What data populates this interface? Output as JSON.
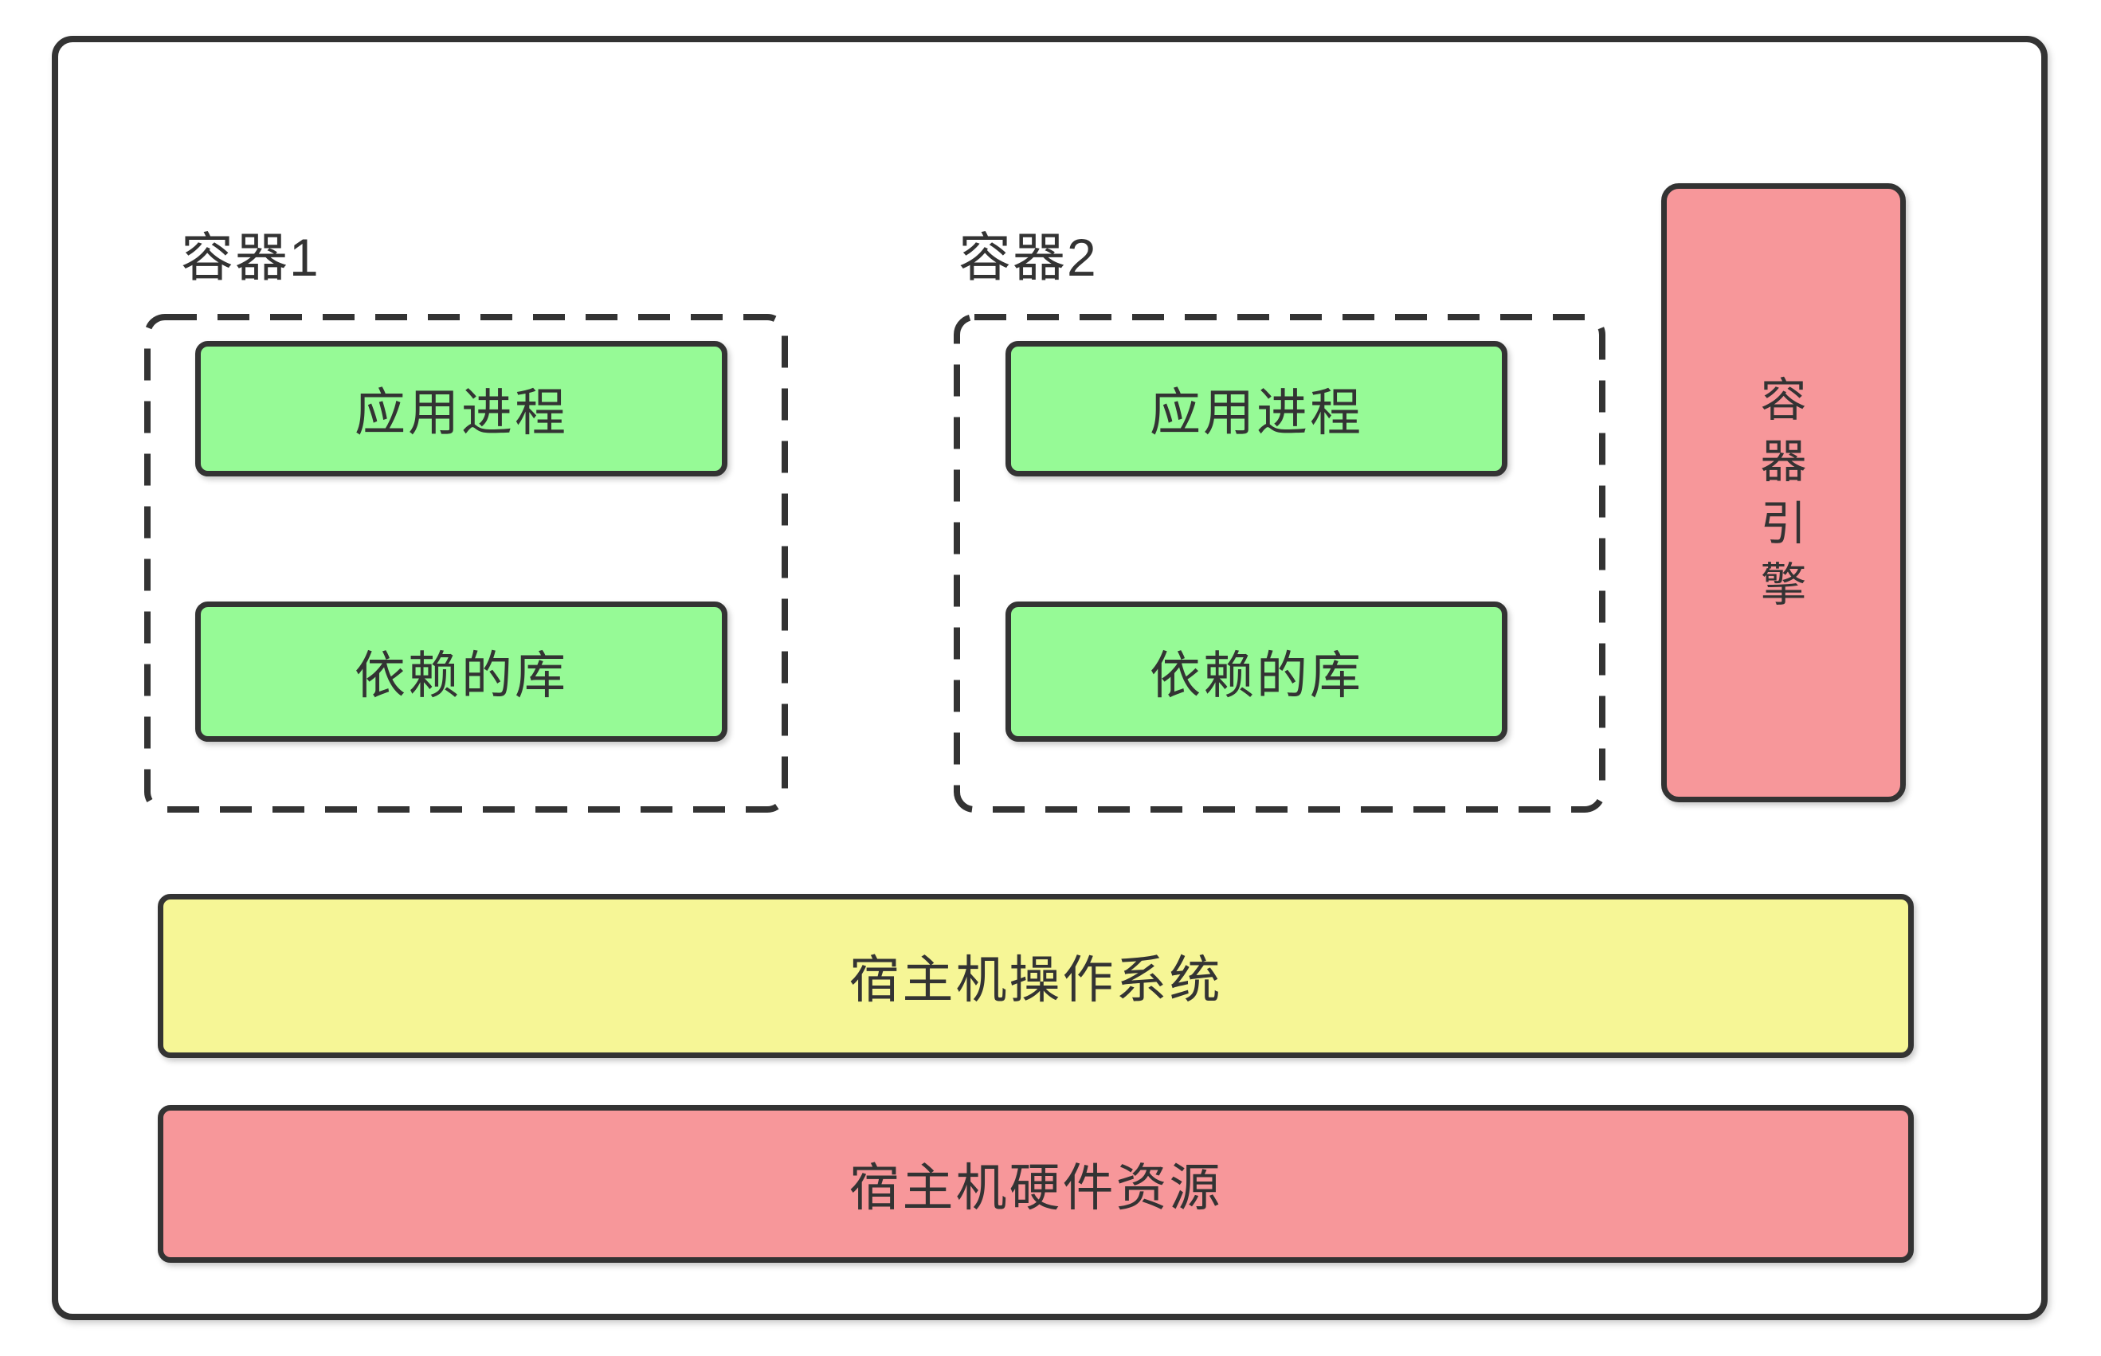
{
  "colors": {
    "green": "#96fa96",
    "yellow": "#f6f696",
    "salmon": "#f7979a",
    "border": "#333333",
    "text": "#333333",
    "background": "#ffffff"
  },
  "containers": [
    {
      "label": "容器1",
      "boxes": [
        "应用进程",
        "依赖的库"
      ]
    },
    {
      "label": "容器2",
      "boxes": [
        "应用进程",
        "依赖的库"
      ]
    }
  ],
  "engine_label": "容器引擎",
  "host_os_label": "宿主机操作系统",
  "host_hw_label": "宿主机硬件资源"
}
